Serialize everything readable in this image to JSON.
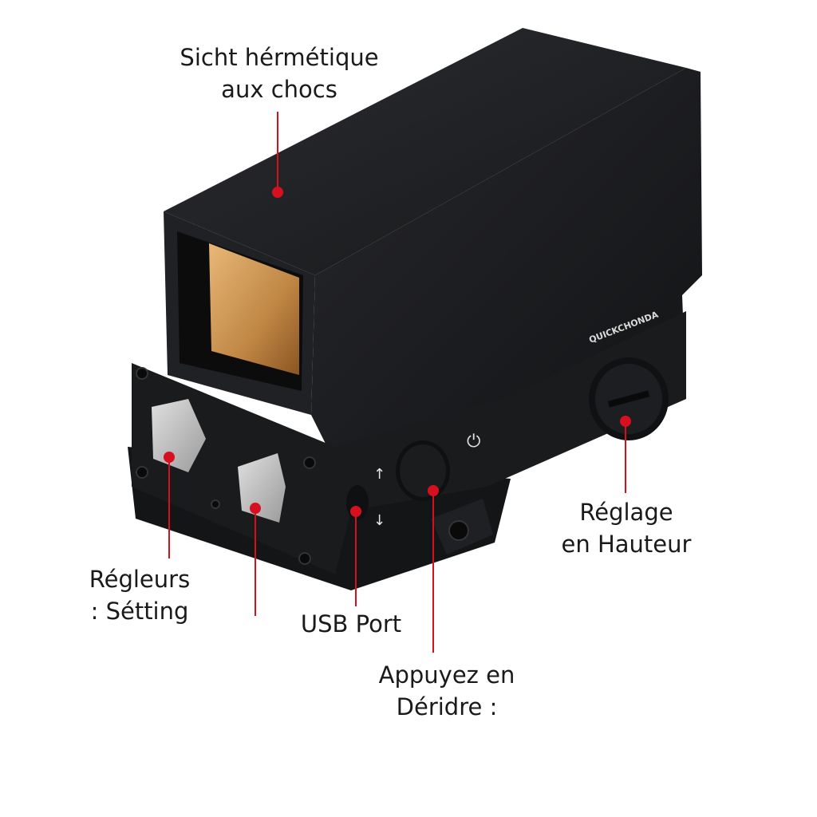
{
  "callouts": {
    "shock_housing": {
      "line1": "Sicht hérmétique",
      "line2": "aux chocs"
    },
    "elevation": {
      "line1": "Réglage",
      "line2": "en Hauteur"
    },
    "setting_buttons": {
      "line1": "Régleurs",
      "line2": ": Sétting"
    },
    "usb": {
      "line1": "USB Port"
    },
    "press_button": {
      "line1": "Appuyez en",
      "line2": "Déridre :"
    }
  },
  "device": {
    "brand": "QUICKCHONDA"
  },
  "colors": {
    "accent": "#d6101e",
    "body": "#1c1d20",
    "lens": "#c28a47",
    "buttons": "#c9c9c9"
  }
}
